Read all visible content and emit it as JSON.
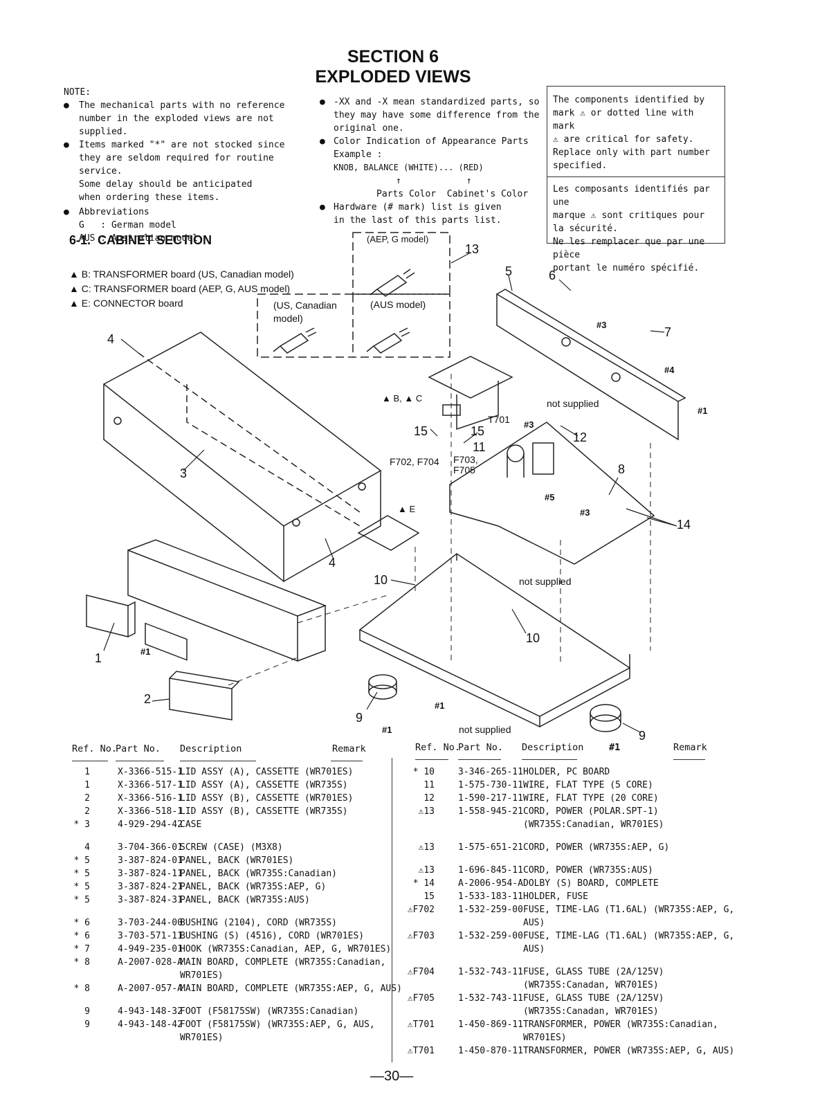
{
  "section": {
    "line1": "SECTION 6",
    "line2": "EXPLODED VIEWS"
  },
  "note": {
    "heading": "NOTE:",
    "b1": [
      "The mechanical parts with no reference",
      "number in the exploded views are not",
      "supplied."
    ],
    "b2": [
      "Items marked \"*\" are not stocked since",
      "they are seldom required for routine service.",
      "Some delay should be anticipated",
      "when ordering these items."
    ],
    "b3": "Abbreviations",
    "abbr1": "G   : German model",
    "abbr2": "AUS : Australian model"
  },
  "mid_notes": {
    "b1": [
      "-XX and -X mean standardized parts, so",
      "they may have some difference from the",
      "original one."
    ],
    "b2": [
      "Color Indication of Appearance Parts",
      "Example :",
      "KNOB, BALANCE (WHITE)... (RED)"
    ],
    "arrows": "↑            ↑",
    "parts_color": "Parts Color  Cabinet's Color",
    "b3": [
      "Hardware (# mark) list is given",
      "in the last of this parts list."
    ]
  },
  "safety": {
    "en": [
      "The components identified by",
      "mark ⚠ or dotted line with mark",
      "⚠ are critical for safety.",
      "Replace only with part number",
      "specified."
    ],
    "fr": [
      "Les composants identifiés par une",
      "marque ⚠ sont critiques pour",
      "la sécurité.",
      "Ne les remplacer que par une pièce",
      "portant le numéro spécifié."
    ]
  },
  "subsection": "6-1.  CABINET SECTION",
  "boards": [
    "▲ B: TRANSFORMER board (US, Canadian model)",
    "▲ C: TRANSFORMER board (AEP, G, AUS model)",
    "▲ E: CONNECTOR board"
  ],
  "diagram_labels": {
    "aep": "(AEP, G model)",
    "us": "(US, Canadian model)",
    "us_l1": "(US, Canadian",
    "us_l2": "model)",
    "aus": "(AUS model)",
    "bc": "▲ B, ▲ C",
    "e": "▲ E",
    "t701": "T701",
    "f702": "F702, F704",
    "f703": "F703,",
    "f705": "F705",
    "ns1": "not supplied",
    "ns2": "not supplied",
    "ns3": "not supplied",
    "h1": "#1",
    "h3": "#3",
    "h4": "#4",
    "h5": "#5",
    "n1": "1",
    "n2": "2",
    "n3": "3",
    "n4": "4",
    "n5": "5",
    "n6": "6",
    "n7": "7",
    "n8": "8",
    "n9": "9",
    "n10": "10",
    "n11": "11",
    "n12": "12",
    "n13": "13",
    "n14": "14",
    "n15": "15"
  },
  "table_header": {
    "ref": "Ref. No.",
    "part": "Part No.",
    "desc": "Description",
    "remark": "Remark",
    "hw": "#1"
  },
  "left_parts": [
    {
      "ref": "1",
      "part": "X-3366-515-1",
      "desc": "LID ASSY (A), CASSETTE (WR701ES)"
    },
    {
      "ref": "1",
      "part": "X-3366-517-1",
      "desc": "LID ASSY (A), CASSETTE (WR735S)"
    },
    {
      "ref": "2",
      "part": "X-3366-516-1",
      "desc": "LID ASSY (B), CASSETTE (WR701ES)"
    },
    {
      "ref": "2",
      "part": "X-3366-518-1",
      "desc": "LID ASSY (B), CASSETTE (WR735S)"
    },
    {
      "ref": "* 3",
      "part": "4-929-294-42",
      "desc": "CASE"
    },
    {
      "ref": "4",
      "part": "3-704-366-01",
      "desc": "SCREW (CASE) (M3X8)"
    },
    {
      "ref": "* 5",
      "part": "3-387-824-01",
      "desc": "PANEL, BACK (WR701ES)"
    },
    {
      "ref": "* 5",
      "part": "3-387-824-11",
      "desc": "PANEL, BACK (WR735S:Canadian)"
    },
    {
      "ref": "* 5",
      "part": "3-387-824-21",
      "desc": "PANEL, BACK (WR735S:AEP, G)"
    },
    {
      "ref": "* 5",
      "part": "3-387-824-31",
      "desc": "PANEL, BACK (WR735S:AUS)"
    },
    {
      "ref": "* 6",
      "part": "3-703-244-00",
      "desc": "BUSHING (2104), CORD (WR735S)"
    },
    {
      "ref": "* 6",
      "part": "3-703-571-11",
      "desc": "BUSHING (S) (4516), CORD (WR701ES)"
    },
    {
      "ref": "* 7",
      "part": "4-949-235-01",
      "desc": "HOOK (WR735S:Canadian, AEP, G, WR701ES)"
    },
    {
      "ref": "* 8",
      "part": "A-2007-028-A",
      "desc": "MAIN BOARD, COMPLETE (WR735S:Canadian,",
      "desc2": "WR701ES)"
    },
    {
      "ref": "* 8",
      "part": "A-2007-057-A",
      "desc": "MAIN BOARD, COMPLETE (WR735S:AEP, G, AUS)"
    },
    {
      "ref": "9",
      "part": "4-943-148-32",
      "desc": "FOOT (F58175SW) (WR735S:Canadian)"
    },
    {
      "ref": "9",
      "part": "4-943-148-42",
      "desc": "FOOT (F58175SW) (WR735S:AEP, G, AUS,",
      "desc2": "WR701ES)"
    }
  ],
  "right_parts": [
    {
      "ref": "* 10",
      "part": "3-346-265-11",
      "desc": "HOLDER, PC BOARD"
    },
    {
      "ref": "11",
      "part": "1-575-730-11",
      "desc": "WIRE, FLAT TYPE (5 CORE)"
    },
    {
      "ref": "12",
      "part": "1-590-217-11",
      "desc": "WIRE, FLAT TYPE (20 CORE)"
    },
    {
      "ref": "⚠13",
      "part": "1-558-945-21",
      "desc": "CORD, POWER (POLAR.SPT-1)",
      "desc2": "(WR735S:Canadian, WR701ES)"
    },
    {
      "ref": "⚠13",
      "part": "1-575-651-21",
      "desc": "CORD, POWER (WR735S:AEP, G)"
    },
    {
      "ref": "⚠13",
      "part": "1-696-845-11",
      "desc": "CORD, POWER (WR735S:AUS)"
    },
    {
      "ref": "* 14",
      "part": "A-2006-954-A",
      "desc": "DOLBY (S) BOARD, COMPLETE"
    },
    {
      "ref": "15",
      "part": "1-533-183-11",
      "desc": "HOLDER, FUSE"
    },
    {
      "ref": "⚠F702",
      "part": "1-532-259-00",
      "desc": "FUSE, TIME-LAG (T1.6AL) (WR735S:AEP, G,",
      "desc2": "AUS)"
    },
    {
      "ref": "⚠F703",
      "part": "1-532-259-00",
      "desc": "FUSE, TIME-LAG (T1.6AL) (WR735S:AEP, G,",
      "desc2": "AUS)"
    },
    {
      "ref": "⚠F704",
      "part": "1-532-743-11",
      "desc": "FUSE, GLASS TUBE (2A/125V)",
      "desc2": "(WR735S:Canadan, WR701ES)"
    },
    {
      "ref": "⚠F705",
      "part": "1-532-743-11",
      "desc": "FUSE, GLASS TUBE (2A/125V)",
      "desc2": "(WR735S:Canadan, WR701ES)"
    },
    {
      "ref": "⚠T701",
      "part": "1-450-869-11",
      "desc": "TRANSFORMER, POWER (WR735S:Canadian,",
      "desc2": "WR701ES)"
    },
    {
      "ref": "⚠T701",
      "part": "1-450-870-11",
      "desc": "TRANSFORMER, POWER (WR735S:AEP, G, AUS)"
    }
  ],
  "page_number": "—30—"
}
